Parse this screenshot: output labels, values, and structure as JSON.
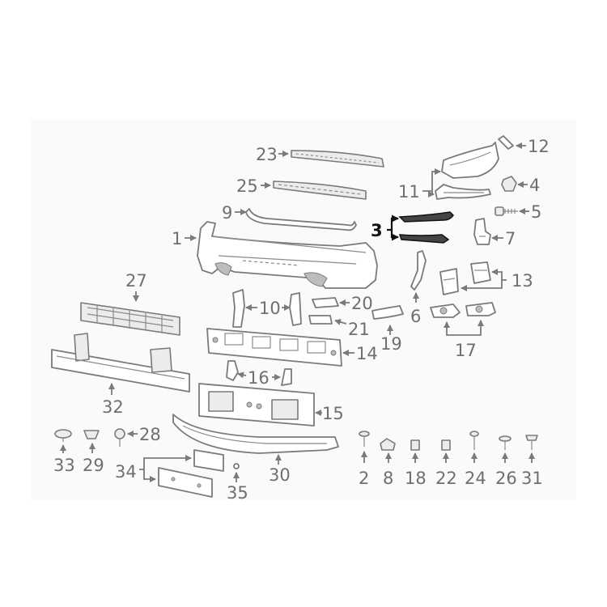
{
  "diagram": {
    "callouts": {
      "c1": "1",
      "c2": "2",
      "c3": "3",
      "c4": "4",
      "c5": "5",
      "c6": "6",
      "c7": "7",
      "c8": "8",
      "c9": "9",
      "c10": "10",
      "c11": "11",
      "c12": "12",
      "c13": "13",
      "c14": "14",
      "c15": "15",
      "c16": "16",
      "c17": "17",
      "c18": "18",
      "c19": "19",
      "c20": "20",
      "c21": "21",
      "c22": "22",
      "c23": "23",
      "c24": "24",
      "c25": "25",
      "c26": "26",
      "c27": "27",
      "c28": "28",
      "c29": "29",
      "c30": "30",
      "c31": "31",
      "c32": "32",
      "c33": "33",
      "c34": "34",
      "c35": "35"
    },
    "highlighted_callout": "3"
  }
}
